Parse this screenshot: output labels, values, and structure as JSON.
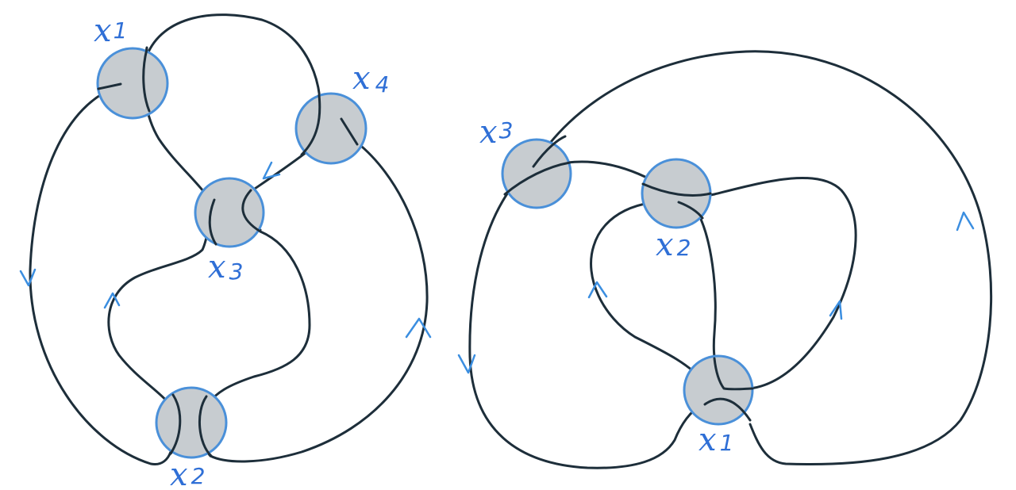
{
  "colors": {
    "strand": "#1d2e3a",
    "arrow": "#3b8ee0",
    "node_fill": "#c7ccd0",
    "node_stroke": "#4a90d9",
    "label": "#2f6fd6",
    "background": "#ffffff"
  },
  "left_diagram": {
    "nodes": [
      {
        "id": "x1",
        "var": "x",
        "sub": "1"
      },
      {
        "id": "x4",
        "var": "x",
        "sub": "4"
      },
      {
        "id": "x3",
        "var": "x",
        "sub": "3"
      },
      {
        "id": "x2",
        "var": "x",
        "sub": "2"
      }
    ]
  },
  "right_diagram": {
    "nodes": [
      {
        "id": "x3",
        "var": "x",
        "sub": "3"
      },
      {
        "id": "x2",
        "var": "x",
        "sub": "2"
      },
      {
        "id": "x1",
        "var": "x",
        "sub": "1"
      }
    ]
  }
}
